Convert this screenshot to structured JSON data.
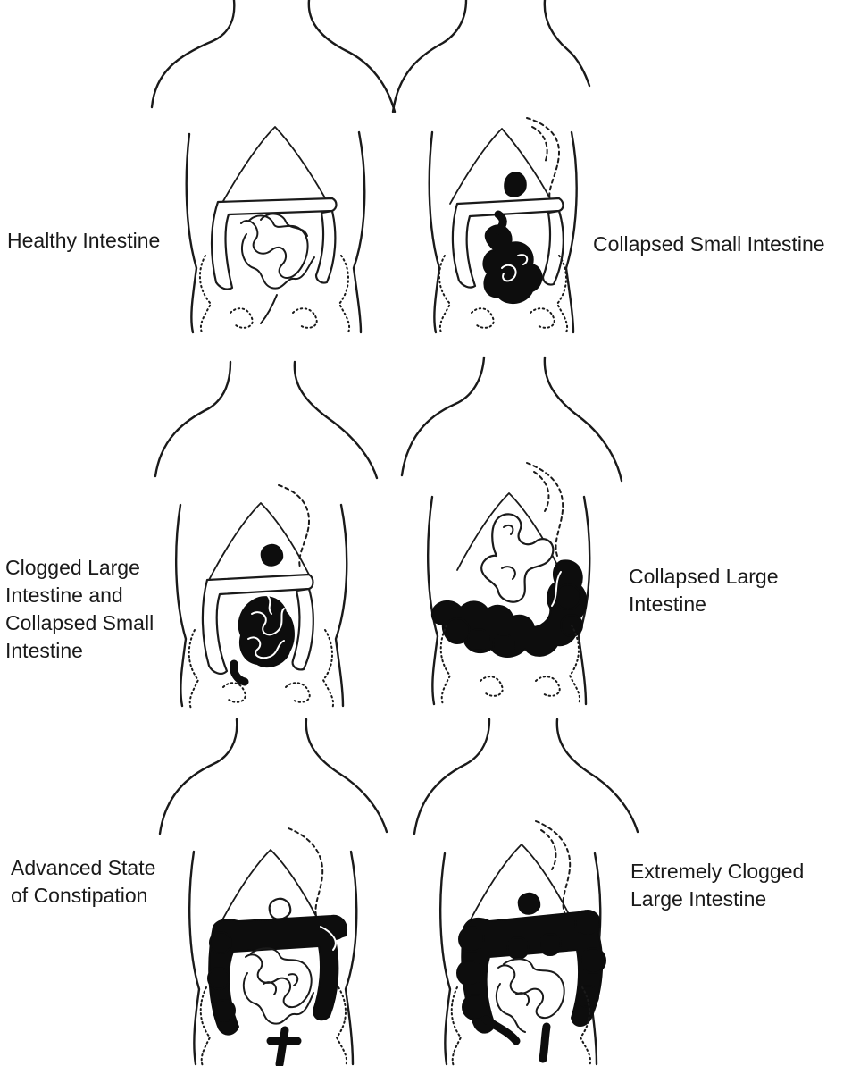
{
  "diagram": {
    "panels": [
      {
        "id": "healthy",
        "label": "Healthy Intestine"
      },
      {
        "id": "collapsed-small",
        "label": "Collapsed Small Intestine"
      },
      {
        "id": "clogged-large-collapsed-small",
        "label": "Clogged Large\nIntestine and\nCollapsed Small\nIntestine"
      },
      {
        "id": "collapsed-large",
        "label": "Collapsed Large\nIntestine"
      },
      {
        "id": "advanced-constipation",
        "label": "Advanced State\nof Constipation"
      },
      {
        "id": "extremely-clogged-large",
        "label": "Extremely Clogged\nLarge Intestine"
      }
    ]
  }
}
